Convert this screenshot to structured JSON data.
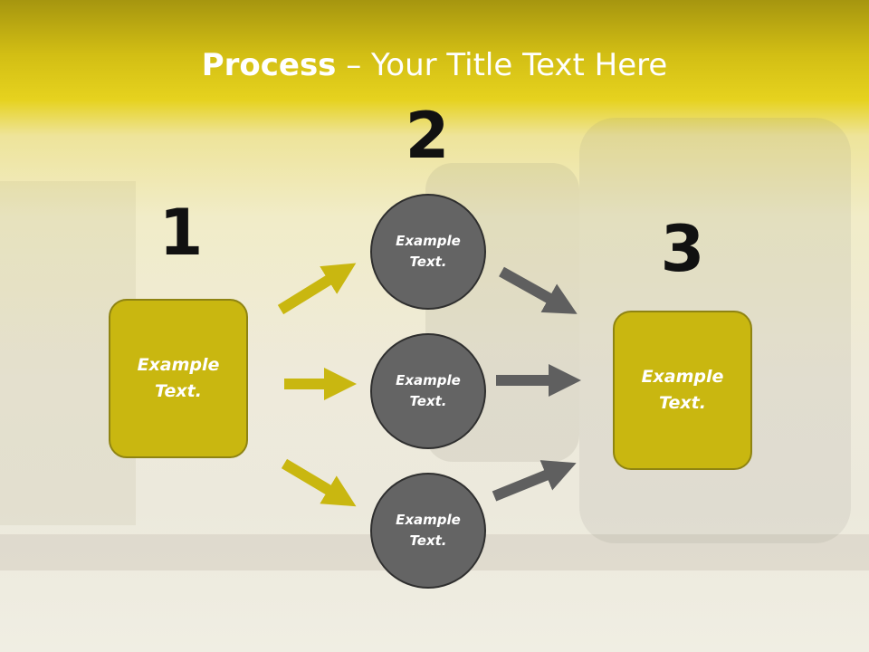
{
  "title": {
    "bold": "Process",
    "rest": " – Your Title Text Here"
  },
  "steps": [
    {
      "number": "1",
      "lines": [
        "Example",
        "Text."
      ]
    },
    {
      "number": "2",
      "lines": [
        "Example",
        "Text."
      ]
    },
    {
      "number": "3",
      "lines": [
        "Example",
        "Text."
      ]
    }
  ],
  "circles": [
    {
      "lines": [
        "Example",
        "Text."
      ]
    },
    {
      "lines": [
        "Example",
        "Text."
      ]
    },
    {
      "lines": [
        "Example",
        "Text."
      ]
    }
  ],
  "colors": {
    "accent_yellow": "#c9b710",
    "circle_gray": "#646464",
    "arrow_gray": "#5f5f5f"
  }
}
